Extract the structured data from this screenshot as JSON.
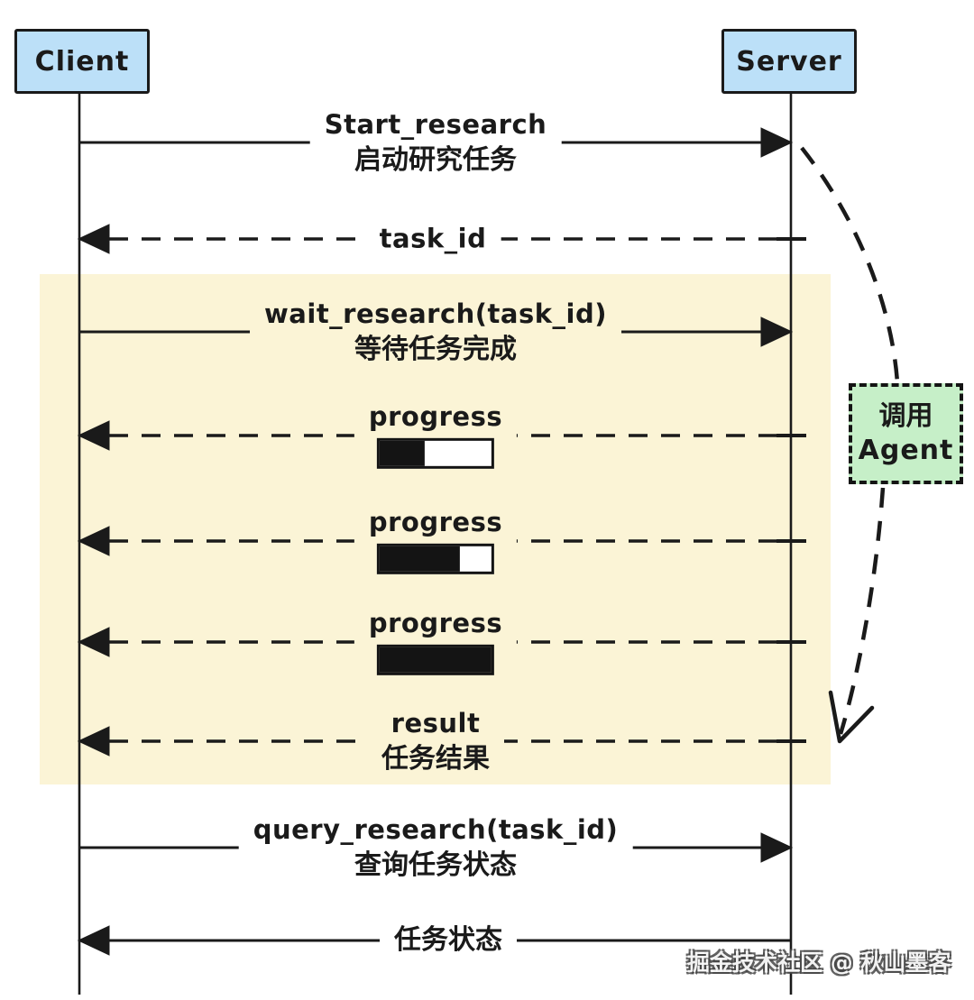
{
  "diagram": {
    "actors": [
      {
        "id": "client",
        "label": "Client"
      },
      {
        "id": "server",
        "label": "Server"
      }
    ],
    "messages": [
      {
        "label": "Start_research",
        "sublabel": "启动研究任务",
        "from": "Client",
        "to": "Server",
        "line": "solid"
      },
      {
        "label": "task_id",
        "from": "Server",
        "to": "Client",
        "line": "dashed"
      },
      {
        "label": "wait_research(task_id)",
        "sublabel": "等待任务完成",
        "from": "Client",
        "to": "Server",
        "line": "solid"
      },
      {
        "label": "progress",
        "progress_percent": 40,
        "from": "Server",
        "to": "Client",
        "line": "dashed"
      },
      {
        "label": "progress",
        "progress_percent": 72,
        "from": "Server",
        "to": "Client",
        "line": "dashed"
      },
      {
        "label": "progress",
        "progress_percent": 100,
        "from": "Server",
        "to": "Client",
        "line": "dashed"
      },
      {
        "label": "result",
        "sublabel": "任务结果",
        "from": "Server",
        "to": "Client",
        "line": "dashed"
      },
      {
        "label": "query_research(task_id)",
        "sublabel": "查询任务状态",
        "from": "Client",
        "to": "Server",
        "line": "solid"
      },
      {
        "label": "任务状态",
        "from": "Server",
        "to": "Client",
        "line": "solid"
      }
    ],
    "agent_note": {
      "line1": "调用",
      "line2": "Agent"
    },
    "watermark": "掘金技术社区 @ 秋山墨客",
    "colors": {
      "actor_fill": "#BCE0F8",
      "highlight_fill": "#FBF4D6",
      "note_fill": "#C6EFC8",
      "line": "#1a1a1a",
      "progress_fill": "#141414",
      "watermark_text": "#ffffff"
    }
  }
}
